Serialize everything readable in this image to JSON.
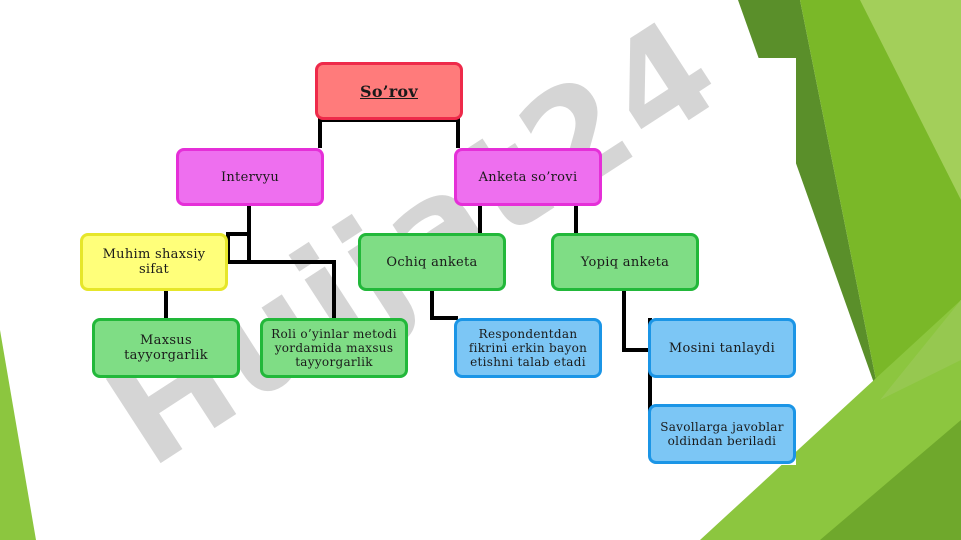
{
  "diagram": {
    "root": "So’rov",
    "branch_left": "Intervyu",
    "branch_right": "Anketa so’rovi",
    "left_child_1": "Muhim shaxsiy sifat",
    "left_child_1_sub": "Maxsus tayyorgarlik",
    "left_child_2": "Roli o’yinlar metodi yordamida maxsus tayyorgarlik",
    "right_child_1": "Ochiq anketa",
    "right_child_1_sub": "Respondentdan fikrini erkin bayon etishni talab etadi",
    "right_child_2": "Yopiq anketa",
    "right_child_2_sub1": "Mosini tanlaydi",
    "right_child_2_sub2": "Savollarga javoblar oldindan beriladi"
  },
  "watermark": "Hujjat24",
  "colors": {
    "root": "#ff7b7b",
    "branch": "#ee6fef",
    "yellow": "#ffff7a",
    "green": "#7fdd85",
    "blue": "#7cc6f5",
    "accent_green": "#7ab828",
    "connector": "#000000"
  }
}
